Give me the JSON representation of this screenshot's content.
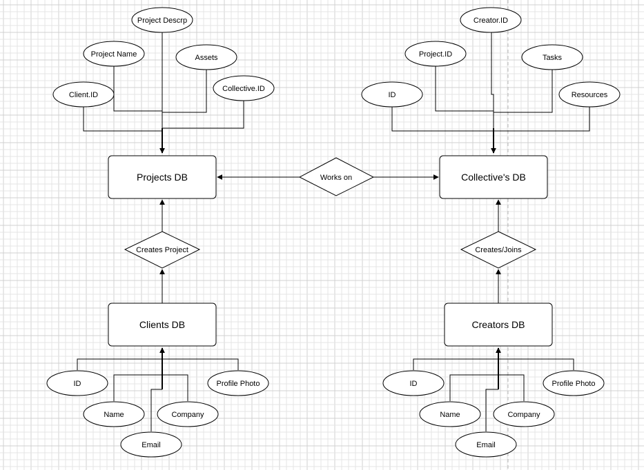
{
  "colors": {
    "stroke": "#000000",
    "fill": "#ffffff",
    "grid_minor": "#e4e4e4",
    "grid_major": "#d0d0d0",
    "guide": "#b8b8b8"
  },
  "entities": {
    "projects": "Projects DB",
    "collectives": "Collective's DB",
    "clients": "Clients DB",
    "creators": "Creators DB"
  },
  "relationships": {
    "works_on": "Works on",
    "creates_project": "Creates Project",
    "creates_joins": "Creates/Joins"
  },
  "attributes": {
    "projects": [
      "Project Descrp",
      "Project Name",
      "Assets",
      "Client.ID",
      "Collective.ID"
    ],
    "collectives": [
      "Creator.ID",
      "Project.ID",
      "Tasks",
      "ID",
      "Resources"
    ],
    "clients": [
      "ID",
      "Profile Photo",
      "Name",
      "Company",
      "Email"
    ],
    "creators": [
      "ID",
      "Profile Photo",
      "Name",
      "Company",
      "Email"
    ]
  }
}
